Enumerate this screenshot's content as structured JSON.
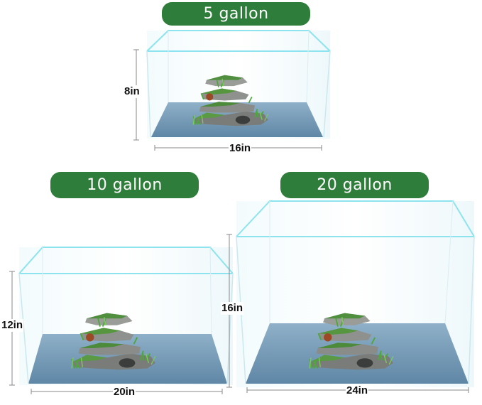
{
  "tanks": [
    {
      "label": "5 gallon",
      "height": "8in",
      "width": "16in"
    },
    {
      "label": "10 gallon",
      "height": "12in",
      "width": "20in"
    },
    {
      "label": "20 gallon",
      "height": "16in",
      "width": "24in"
    }
  ],
  "colors": {
    "badge": "#2f7d3a",
    "glass_edge": "#8ee4ee",
    "base": "#6f95b1"
  }
}
